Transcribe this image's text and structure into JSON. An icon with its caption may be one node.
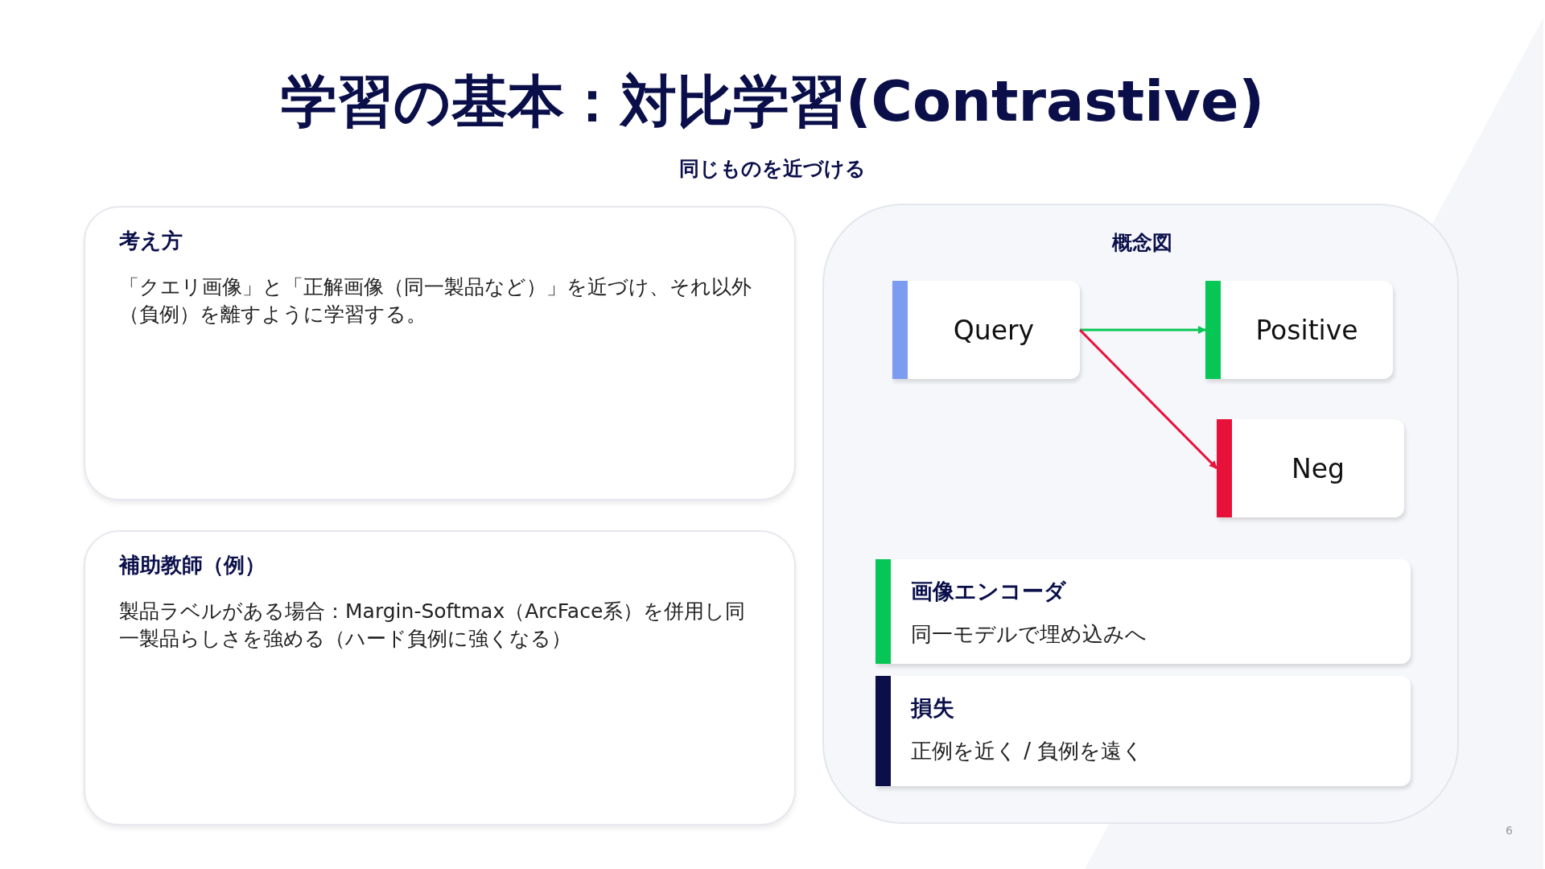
{
  "diagram": {
    "title": "学習の基本：対比学習(Contrastive)",
    "nodes": [
      {
        "text": [
          "考え方",
          "「クエリ画像」と「正解画像（同一製品など）」を近づけ、それ以外（負例）を離すように学習する。"
        ]
      },
      {
        "text": [
          "補助教師（例）",
          "製品ラベルがある場合：Margin-Softmax（ArcFace系）を併用し同一製品らしさを強める（ハード負例に強くなる）"
        ]
      },
      {
        "text": [
          "概念図"
        ]
      },
      {
        "text": [
          "Query"
        ],
        "in": 2
      },
      {
        "text": [
          "Positive"
        ],
        "in": 2
      },
      {
        "text": [
          "Neg"
        ],
        "in": 2
      },
      {
        "text": [
          "画像エンコーダ",
          "同一モデルで埋め込みへ"
        ],
        "in": 2
      },
      {
        "text": [
          "損失",
          "正例を近く / 負例を遠く"
        ],
        "in": 2
      }
    ],
    "edges": [
      {
        "from": 3,
        "to": 4,
        "arrow": "to",
        "color": "#06c755"
      },
      {
        "from": 3,
        "to": 5,
        "arrow": "to",
        "color": "#e8113a"
      }
    ],
    "labels": [
      "同じものを近づける",
      "6"
    ]
  }
}
